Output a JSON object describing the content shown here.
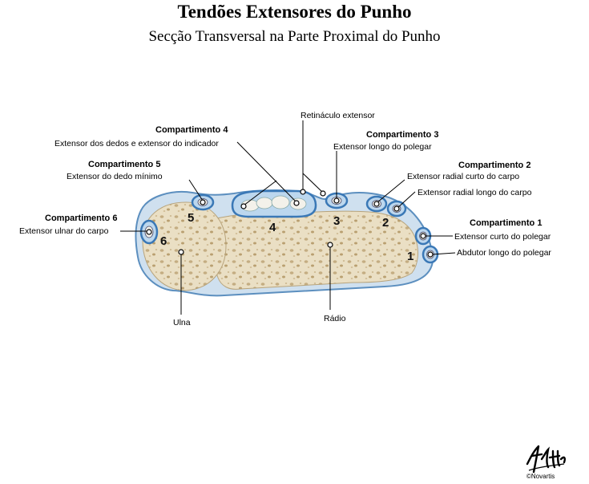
{
  "title": "Tendões Extensores do Punho",
  "subtitle": "Secção Transversal na Parte Proximal do Punho",
  "labels": {
    "retinaculo": "Retináculo extensor",
    "comp4_head": "Compartimento 4",
    "comp4_text": "Extensor dos dedos e extensor do indicador",
    "comp5_head": "Compartimento 5",
    "comp5_text": "Extensor do dedo mínimo",
    "comp6_head": "Compartimento 6",
    "comp6_text": "Extensor ulnar do carpo",
    "comp3_head": "Compartimento 3",
    "comp3_text": "Extensor longo do polegar",
    "comp2_head": "Compartimento 2",
    "comp2_text_a": "Extensor radial curto do carpo",
    "comp2_text_b": "Extensor radial longo do carpo",
    "comp1_head": "Compartimento 1",
    "comp1_text_a": "Extensor curto do polegar",
    "comp1_text_b": "Abdutor longo do polegar",
    "ulna": "Ulna",
    "radio": "Rádio"
  },
  "numbers": {
    "n1": "1",
    "n2": "2",
    "n3": "3",
    "n4": "4",
    "n5": "5",
    "n6": "6"
  },
  "signature": {
    "name": "F. Netter",
    "company": "©Novartis"
  },
  "colors": {
    "bone": "#e9dcc0",
    "bone_pore": "#c9b48c",
    "sheath": "#4a8ac2",
    "sheath_light": "#bcd7ee",
    "tendon": "#f3f1ea"
  }
}
